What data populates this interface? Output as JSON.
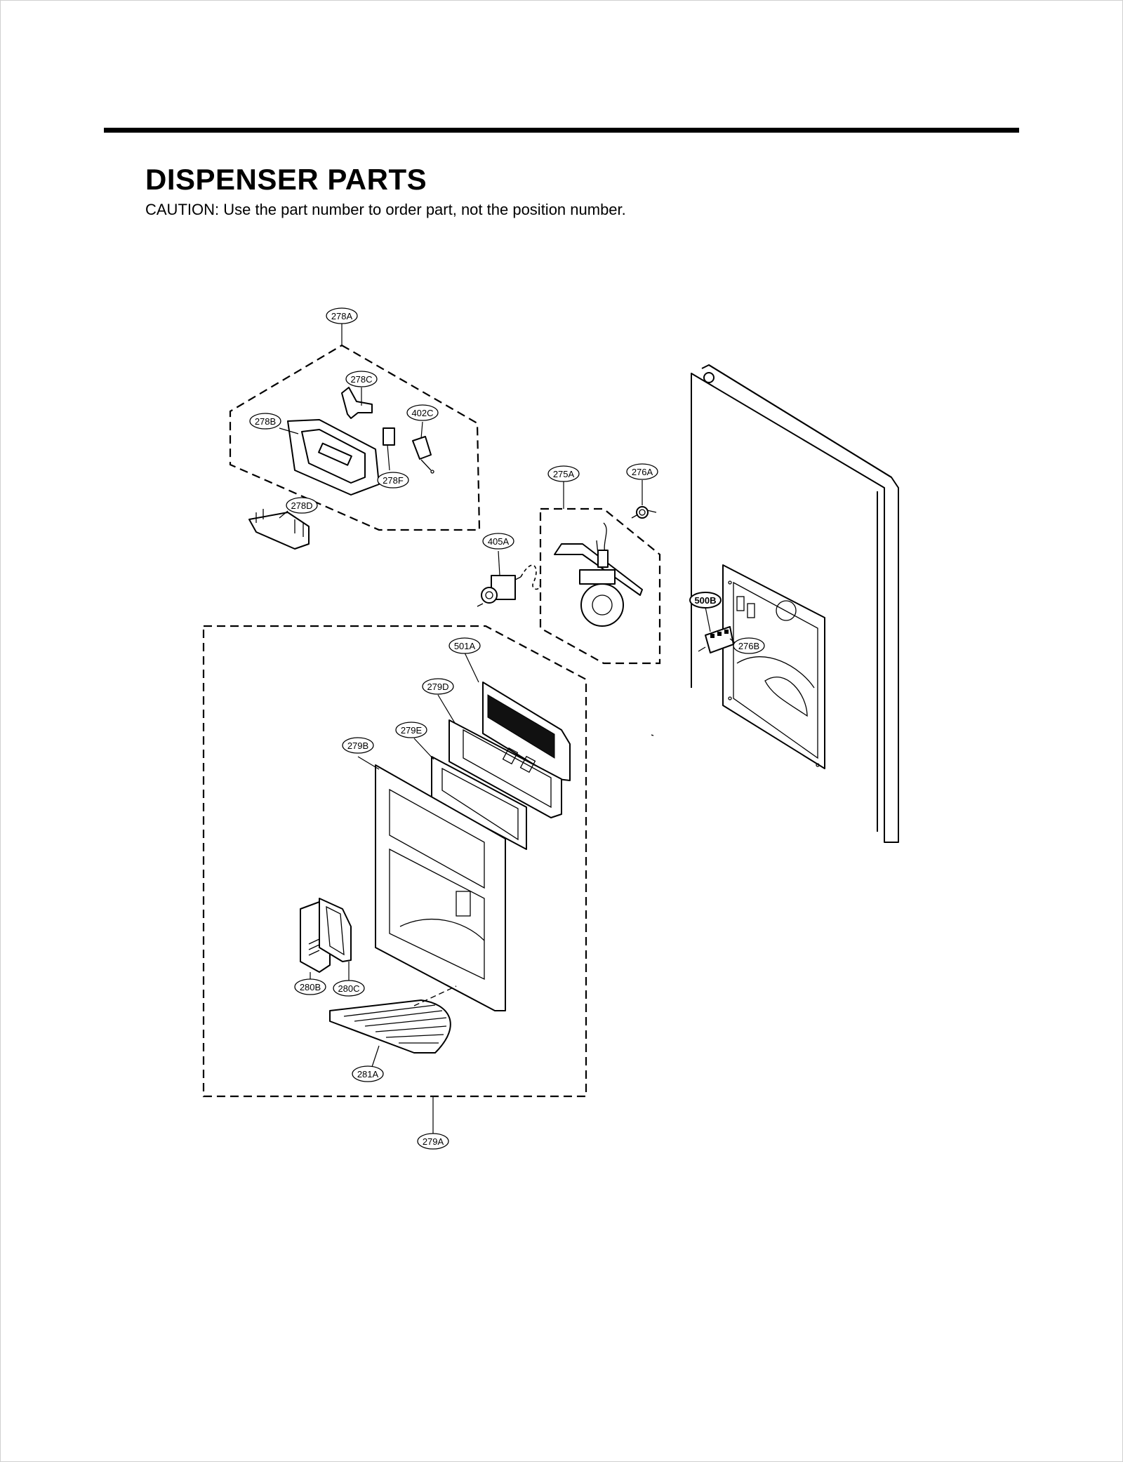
{
  "header": {
    "title": "DISPENSER PARTS",
    "caution": "CAUTION: Use the part number to order part, not the position number."
  },
  "callouts": {
    "c278A": "278A",
    "c278C": "278C",
    "c402C": "402C",
    "c278B": "278B",
    "c278F": "278F",
    "c278D": "278D",
    "c275A": "275A",
    "c276A": "276A",
    "c405A": "405A",
    "c500B": "500B",
    "c276B": "276B",
    "c501A": "501A",
    "c279D": "279D",
    "c279E": "279E",
    "c279B": "279B",
    "c280B": "280B",
    "c280C": "280C",
    "c281A": "281A",
    "c279A": "279A"
  }
}
